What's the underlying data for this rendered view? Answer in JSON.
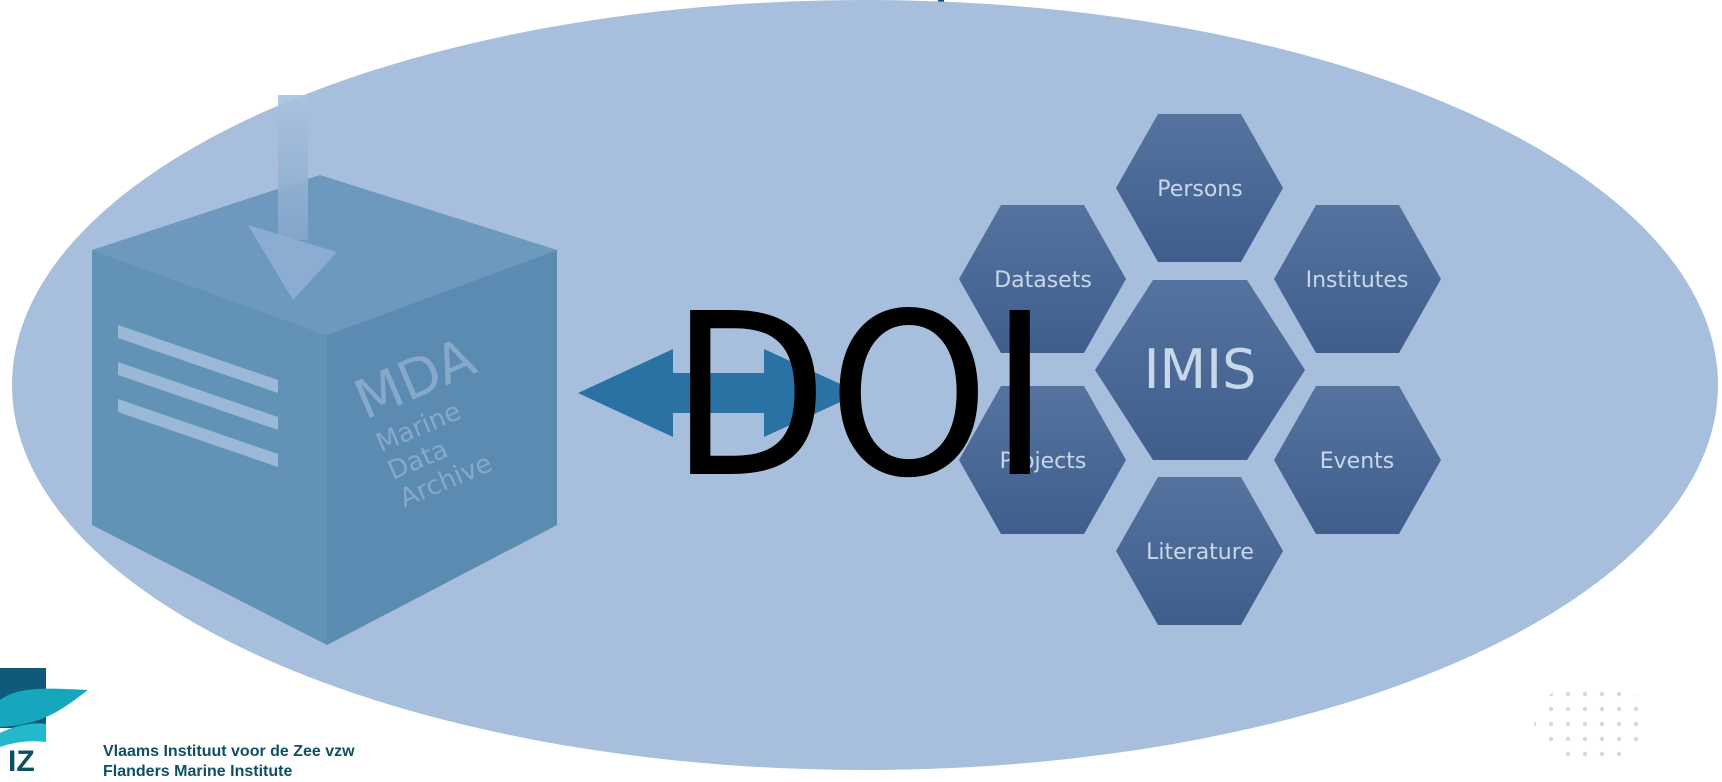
{
  "diagram": {
    "archive": {
      "abbr": "MDA",
      "name_lines": [
        "Marine",
        "Data",
        "Archive"
      ]
    },
    "center_label": "DOI",
    "imis": {
      "center": "IMIS",
      "modules": [
        "Persons",
        "Datasets",
        "Institutes",
        "Projects",
        "Events",
        "Literature"
      ]
    }
  },
  "footer": {
    "org_line1": "Vlaams Instituut voor de Zee vzw",
    "org_line2": "Flanders Marine Institute"
  },
  "colors": {
    "ellipse": "#a7bfdd",
    "box": "#6392b7",
    "hexagon": "#4a6895",
    "arrow": "#2b72a4",
    "brand": "#0f4f63"
  }
}
